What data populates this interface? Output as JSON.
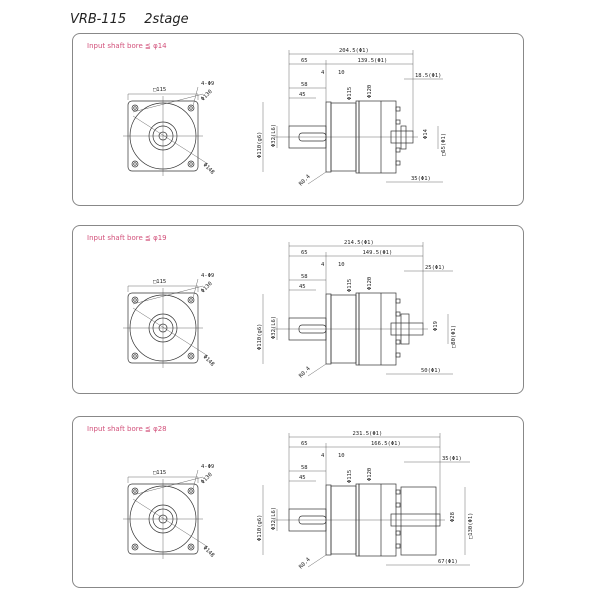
{
  "title": "VRB-115   2stage",
  "panels": [
    {
      "bore": "Input shaft bore  ≦ φ14",
      "front": {
        "square": "□115",
        "holes": "4-Φ9",
        "pcd": "Φ130",
        "outer": "Φ148"
      },
      "side": {
        "overall": "204.5(Φ1)",
        "left": "65",
        "right": "139.5(Φ1)",
        "t1": "4",
        "t2": "10",
        "d58": "58",
        "d45": "45",
        "d115": "Φ115",
        "d120": "Φ120",
        "d110": "Φ110(g6)",
        "d32": "Φ32(L6)",
        "r": "R0.4",
        "out1": "18.5(Φ1)",
        "outd": "Φ14",
        "outsq": "□65(Φ1)",
        "outlen": "35(Φ1)"
      },
      "variant": "small"
    },
    {
      "bore": "Input shaft bore  ≦ φ19",
      "front": {
        "square": "□115",
        "holes": "4-Φ9",
        "pcd": "Φ130",
        "outer": "Φ148"
      },
      "side": {
        "overall": "214.5(Φ1)",
        "left": "65",
        "right": "149.5(Φ1)",
        "t1": "4",
        "t2": "10",
        "d58": "58",
        "d45": "45",
        "d115": "Φ115",
        "d120": "Φ120",
        "d110": "Φ110(g6)",
        "d32": "Φ32(L6)",
        "r": "R0.4",
        "out1": "25(Φ1)",
        "outd": "Φ19",
        "outsq": "□80(Φ1)",
        "outlen": "50(Φ1)"
      },
      "variant": "medium"
    },
    {
      "bore": "Input shaft bore  ≦ φ28",
      "front": {
        "square": "□115",
        "holes": "4-Φ9",
        "pcd": "Φ130",
        "outer": "Φ148"
      },
      "side": {
        "overall": "231.5(Φ1)",
        "left": "65",
        "right": "166.5(Φ1)",
        "t1": "4",
        "t2": "10",
        "d58": "58",
        "d45": "45",
        "d115": "Φ115",
        "d120": "Φ120",
        "d110": "Φ110(g6)",
        "d32": "Φ32(L6)",
        "r": "R0.4",
        "out1": "35(Φ1)",
        "outd": "Φ28",
        "outsq": "□130(Φ1)",
        "outlen": "67(Φ1)"
      },
      "variant": "large"
    }
  ]
}
